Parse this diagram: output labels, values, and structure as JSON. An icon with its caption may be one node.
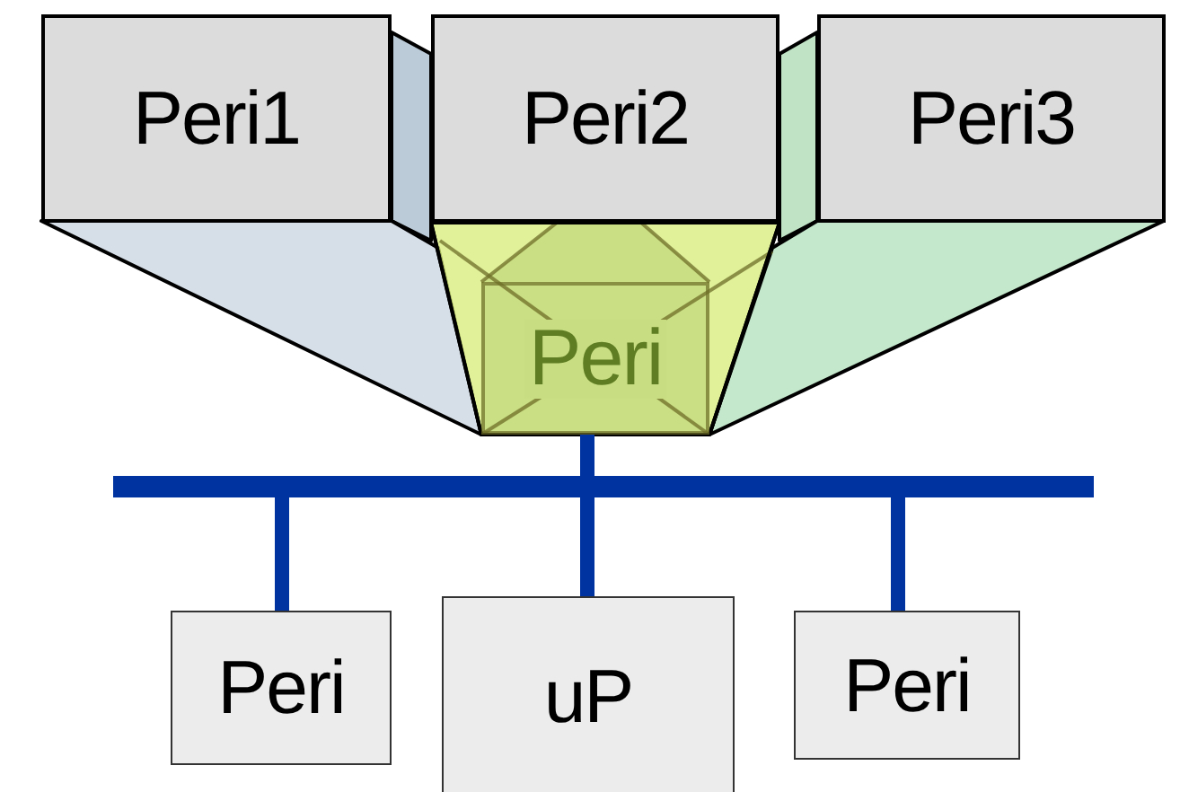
{
  "diagram": {
    "nodes": [
      {
        "text": [
          "Peri1"
        ]
      },
      {
        "text": [
          "Peri2"
        ]
      },
      {
        "text": [
          "Peri3"
        ]
      },
      {
        "text": [
          "Peri"
        ]
      },
      {
        "text": [],
        "shape": "bar"
      },
      {
        "text": [
          "Peri"
        ]
      },
      {
        "text": [
          "uP"
        ]
      },
      {
        "text": [
          "Peri"
        ]
      }
    ],
    "edges": [
      {
        "from": 3,
        "to": 4,
        "arrow": "none"
      },
      {
        "from": 4,
        "to": 5,
        "arrow": "none"
      },
      {
        "from": 4,
        "to": 6,
        "arrow": "none"
      },
      {
        "from": 4,
        "to": 7,
        "arrow": "none"
      }
    ]
  }
}
